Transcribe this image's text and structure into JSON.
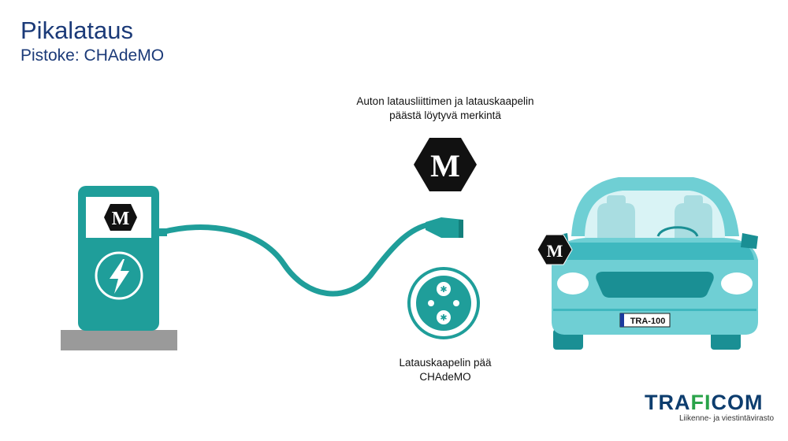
{
  "header": {
    "title": "Pikalataus",
    "subtitle": "Pistoke: CHAdeMO"
  },
  "labels": {
    "marking": "Auton latausliittimen ja  latauskaapelin päästä löytyvä merkintä",
    "cable_end": "Latauskaapelin pää CHAdeMO"
  },
  "marker_letter": "M",
  "license_plate": "TRA-100",
  "logo": {
    "word_part1": "TRA",
    "word_part2": "FI",
    "word_part3": "COM",
    "tagline": "Liikenne- ja viestintävirasto"
  },
  "colors": {
    "title": "#1b3a78",
    "teal": "#1f9e9a",
    "car_body": "#6fcfd4",
    "car_dark": "#1a8f94",
    "hexagon": "#111111",
    "base": "#9a9a9a",
    "logo_navy": "#0d3d6e",
    "logo_green": "#2aa34a"
  },
  "icons": [
    "lightning-icon",
    "hexagon-m-marker",
    "chademo-connector-icon",
    "car-illustration",
    "charging-station"
  ]
}
